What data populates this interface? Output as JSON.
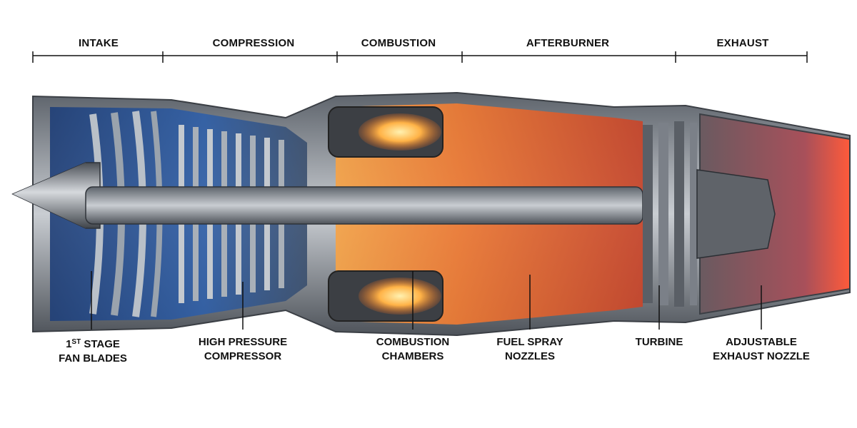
{
  "sections": [
    {
      "id": "intake",
      "label": "INTAKE"
    },
    {
      "id": "compression",
      "label": "COMPRESSION"
    },
    {
      "id": "combustion",
      "label": "COMBUSTION"
    },
    {
      "id": "afterburner",
      "label": "AFTERBURNER"
    },
    {
      "id": "exhaust",
      "label": "EXHAUST"
    }
  ],
  "callouts": {
    "fan": {
      "ordinal": "1",
      "ordinal_suffix": "ST",
      "line1_rest": " STAGE",
      "line2": "FAN BLADES"
    },
    "compressor": {
      "line1": "HIGH PRESSURE",
      "line2": "COMPRESSOR"
    },
    "chambers": {
      "line1": "COMBUSTION",
      "line2": "CHAMBERS"
    },
    "nozzles": {
      "line1": "FUEL SPRAY",
      "line2": "NOZZLES"
    },
    "turbine": {
      "line1": "TURBINE"
    },
    "exhaust_nozzle": {
      "line1": "ADJUSTABLE",
      "line2": "EXHAUST NOZZLE"
    }
  },
  "colors": {
    "cold_flow": "#2f5fa8",
    "hot_flow": "#f07a2a",
    "flame": "#ffb347",
    "metal": "#8a8f96",
    "ink": "#111111"
  }
}
